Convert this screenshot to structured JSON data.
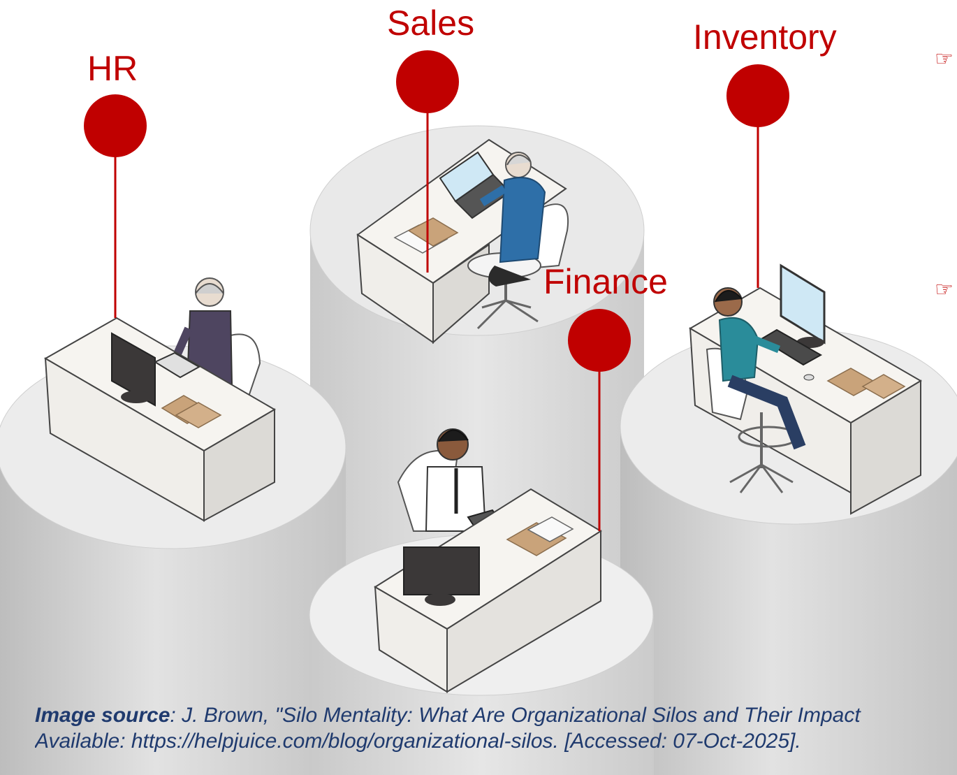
{
  "colors": {
    "accent": "#c00000",
    "source_text": "#1f3a6e",
    "pillar": "#dadada",
    "pillar_top": "#ececec",
    "desk": "#f4f2ee",
    "paper": "#c9a37a",
    "screen_dark": "#3b3838",
    "screen_light": "#cfe8f5"
  },
  "departments": [
    {
      "id": "hr",
      "label": "HR"
    },
    {
      "id": "sales",
      "label": "Sales"
    },
    {
      "id": "inventory",
      "label": "Inventory"
    },
    {
      "id": "finance",
      "label": "Finance"
    }
  ],
  "bullet_icon": "pointing-hand-icon",
  "bullet_glyph": "☞",
  "source": {
    "lead": "Image source",
    "line1_rest": ": J. Brown, \"Silo Mentality: What Are Organizational Silos and Their Impact",
    "line2": "Available: https://helpjuice.com/blog/organizational-silos. [Accessed: 07-Oct-2025]."
  }
}
